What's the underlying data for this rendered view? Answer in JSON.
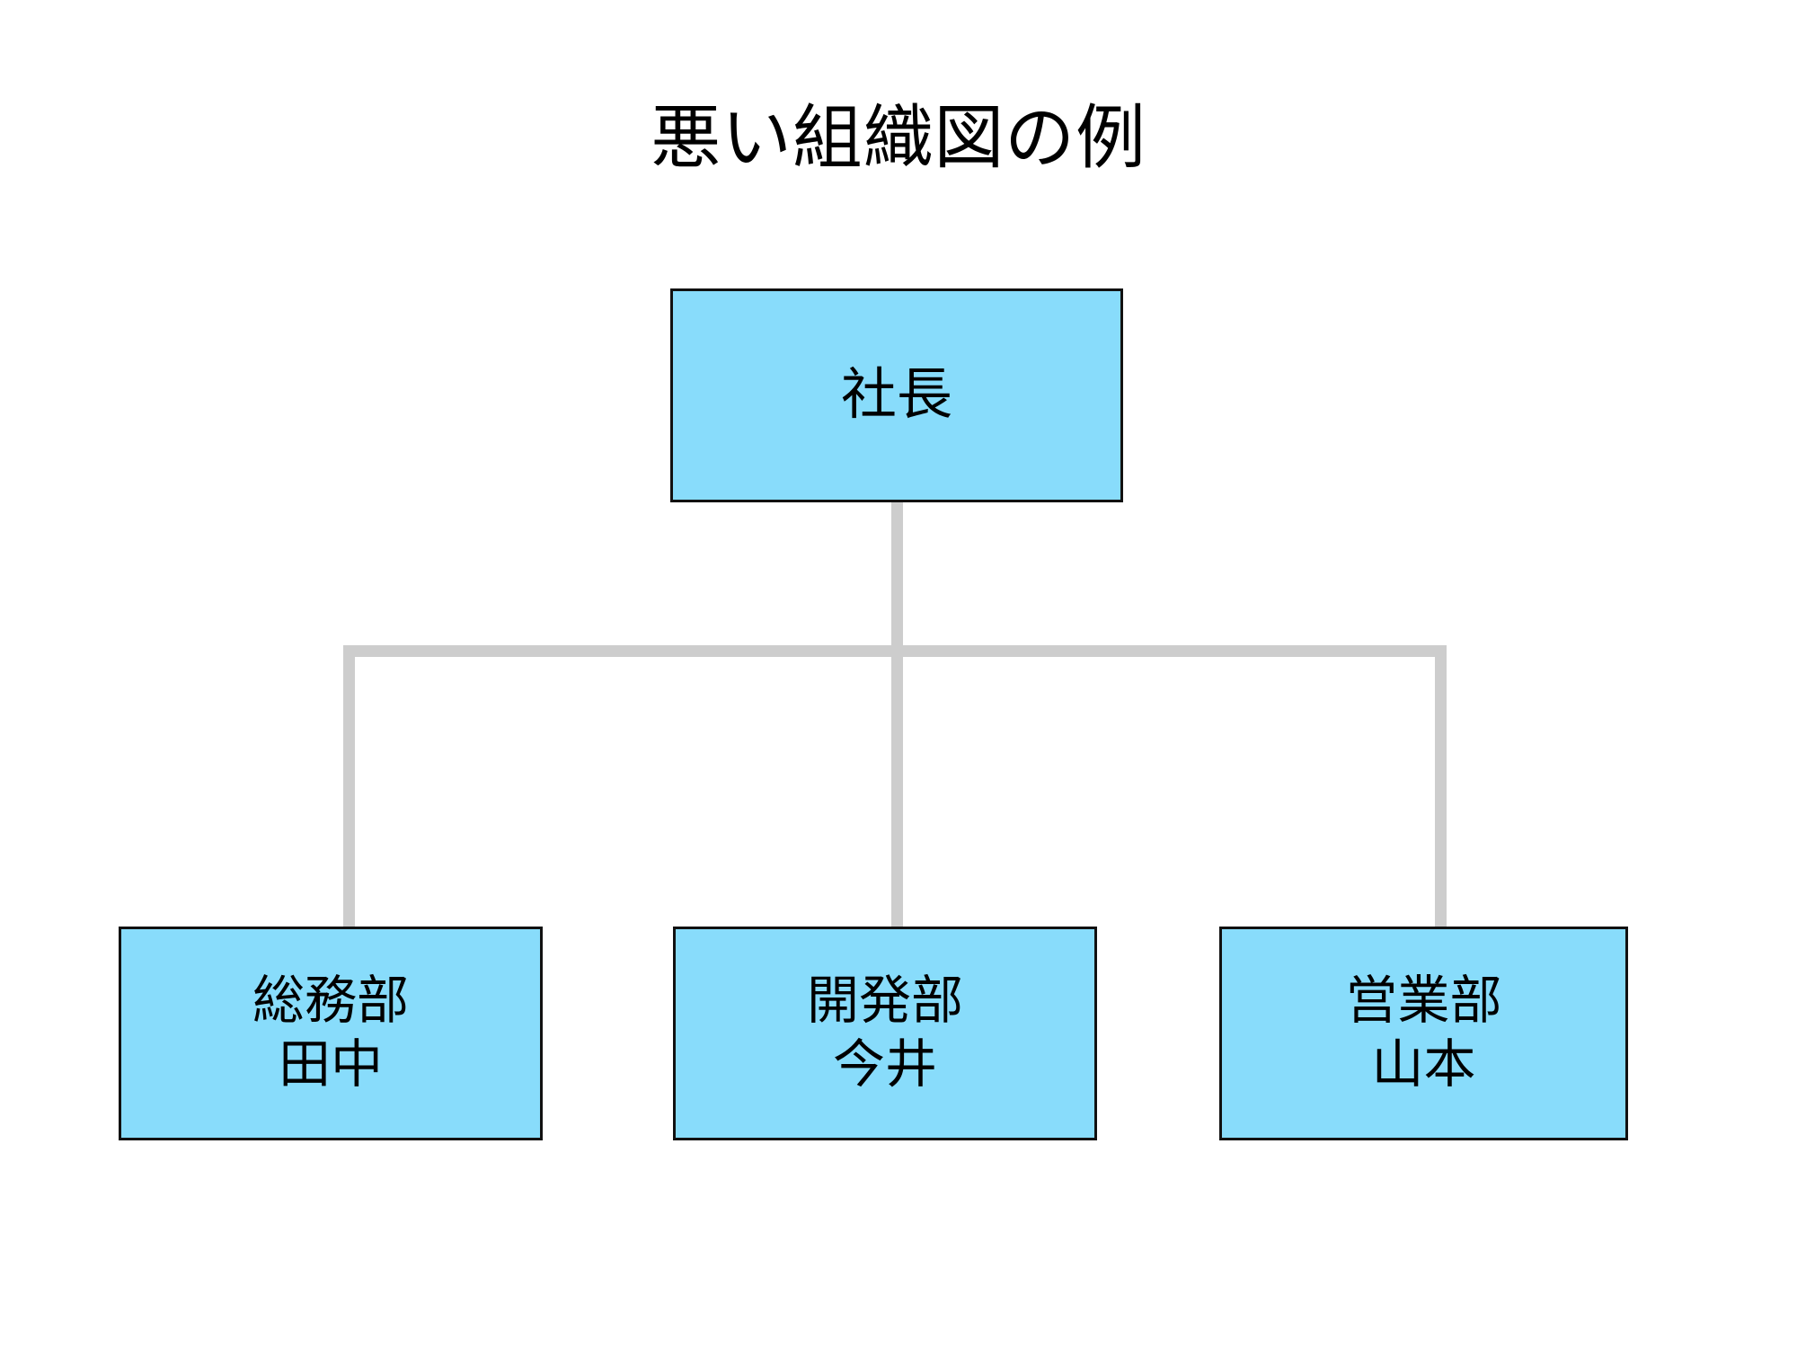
{
  "slide": {
    "title": "悪い組織図の例",
    "background_color": "#ffffff"
  },
  "theme": {
    "node_fill": "#88dcfb",
    "node_border": "#111111",
    "connector_color": "#cdcdcd",
    "text_color": "#000000"
  },
  "chart_data": {
    "type": "diagram",
    "diagram_type": "org-chart",
    "title": "悪い組織図の例",
    "orientation": "top-down",
    "nodes": [
      {
        "id": "root",
        "lines": [
          "社長"
        ],
        "label": "社長",
        "level": 0
      },
      {
        "id": "general",
        "lines": [
          "総務部",
          "田中"
        ],
        "label": "総務部 田中",
        "level": 1
      },
      {
        "id": "dev",
        "lines": [
          "開発部",
          "今井"
        ],
        "label": "開発部 今井",
        "level": 1
      },
      {
        "id": "sales",
        "lines": [
          "営業部",
          "山本"
        ],
        "label": "営業部 山本",
        "level": 1
      }
    ],
    "edges": [
      {
        "from": "root",
        "to": "general"
      },
      {
        "from": "root",
        "to": "dev"
      },
      {
        "from": "root",
        "to": "sales"
      }
    ]
  },
  "nodes": {
    "root": {
      "line1": "社長"
    },
    "general": {
      "line1": "総務部",
      "line2": "田中"
    },
    "dev": {
      "line1": "開発部",
      "line2": "今井"
    },
    "sales": {
      "line1": "営業部",
      "line2": "山本"
    }
  }
}
